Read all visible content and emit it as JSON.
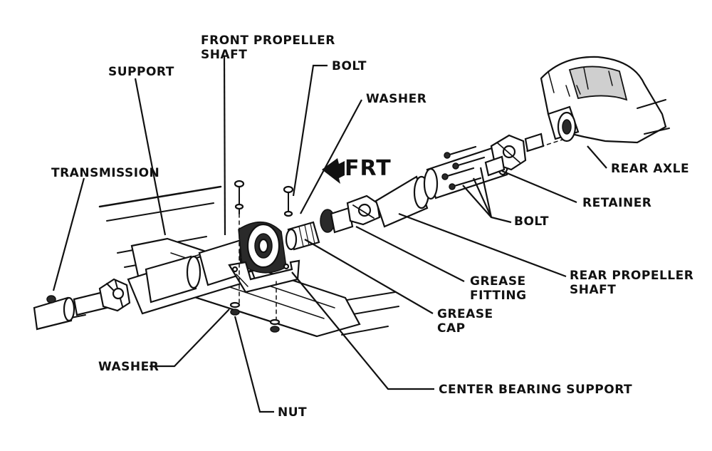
{
  "labels": {
    "front_propeller_shaft_1": "FRONT PROPELLER",
    "front_propeller_shaft_2": "SHAFT",
    "support": "SUPPORT",
    "bolt_top": "BOLT",
    "washer_top": "WASHER",
    "frt": "FRT",
    "transmission": "TRANSMISSION",
    "rear_axle": "REAR AXLE",
    "retainer": "RETAINER",
    "bolt_right": "BOLT",
    "grease_fitting_1": "GREASE",
    "grease_fitting_2": "FITTING",
    "rear_propeller_shaft_1": "REAR PROPELLER",
    "rear_propeller_shaft_2": "SHAFT",
    "grease_cap_1": "GREASE",
    "grease_cap_2": "CAP",
    "washer_bottom": "WASHER",
    "center_bearing_support": "CENTER BEARING SUPPORT",
    "nut": "NUT"
  }
}
